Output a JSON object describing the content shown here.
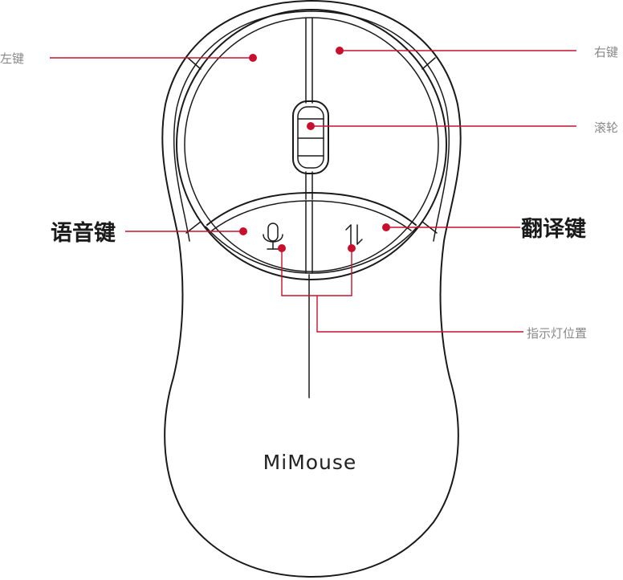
{
  "labels": {
    "left_button": "左键",
    "right_button": "右键",
    "scroll_wheel": "滚轮",
    "voice_button": "语音键",
    "translate_button": "翻译键",
    "indicator_light": "指示灯位置"
  },
  "brand": "MiMouse",
  "icons": {
    "voice": "microphone-icon",
    "translate": "swap-arrows-icon"
  },
  "colors": {
    "accent": "#c8102e",
    "outline": "#1a1a1a",
    "label_gray": "#888888"
  }
}
